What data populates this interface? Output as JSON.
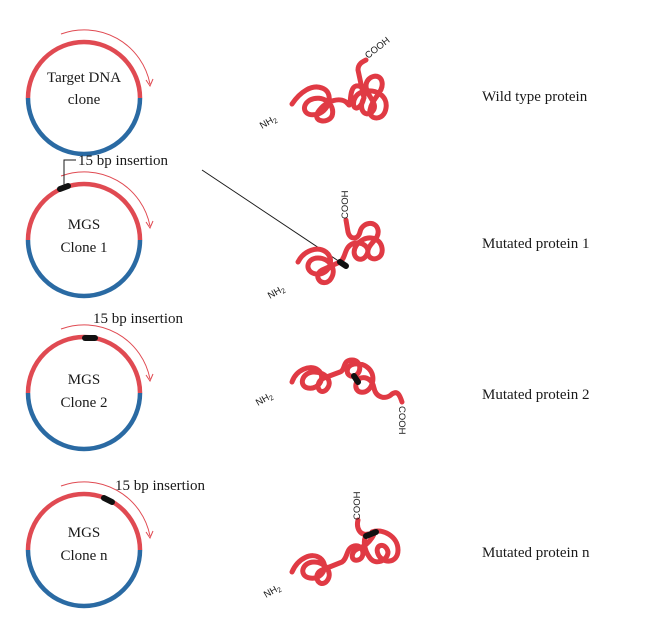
{
  "colors": {
    "red": "#e04a52",
    "blue": "#2a6aa3",
    "insert": "#111111"
  },
  "rows": [
    {
      "clone_line1": "Target DNA",
      "clone_line2": "clone",
      "insertion_label": "",
      "nh2": "NH",
      "nh2_sub": "2",
      "cooh": "COOH",
      "protein_label": "Wild type protein"
    },
    {
      "clone_line1": "MGS",
      "clone_line2": "Clone 1",
      "insertion_label": "15 bp insertion",
      "nh2": "NH",
      "nh2_sub": "2",
      "cooh": "COOH",
      "protein_label": "Mutated protein 1"
    },
    {
      "clone_line1": "MGS",
      "clone_line2": "Clone 2",
      "insertion_label": "15 bp insertion",
      "nh2": "NH",
      "nh2_sub": "2",
      "cooh": "COOH",
      "protein_label": "Mutated protein 2"
    },
    {
      "clone_line1": "MGS",
      "clone_line2": "Clone n",
      "insertion_label": "15 bp insertion",
      "nh2": "NH",
      "nh2_sub": "2",
      "cooh": "COOH",
      "protein_label": "Mutated protein n"
    }
  ]
}
